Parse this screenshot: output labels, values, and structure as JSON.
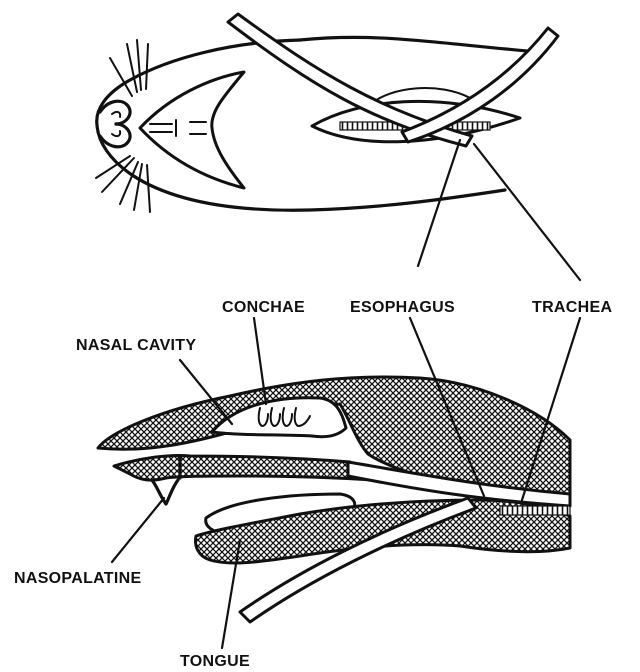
{
  "figure": {
    "labels": {
      "conchae": "CONCHAE",
      "esophagus": "ESOPHAGUS",
      "trachea": "TRACHEA",
      "nasal_cavity": "NASAL CAVITY",
      "nasopalatine": "NASOPALATINE",
      "tongue": "TONGUE"
    }
  }
}
